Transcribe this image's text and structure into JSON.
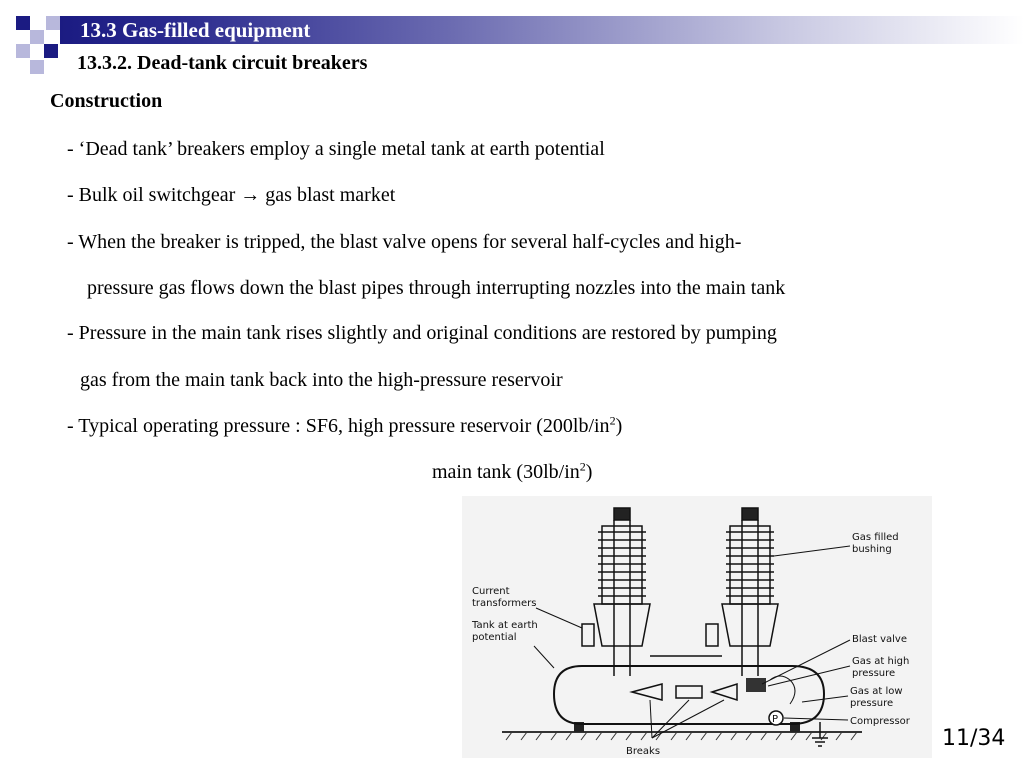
{
  "slide": {
    "title": "13.3 Gas-filled equipment",
    "subtitle": "13.3.2. Dead-tank circuit breakers",
    "heading": "Construction",
    "lines": [
      "- ‘Dead tank’ breakers employ a single metal tank at earth potential",
      "- Bulk oil switchgear → gas blast market",
      "- When the breaker is tripped, the blast valve opens for several half-cycles and high-",
      "pressure gas flows down the blast pipes through interrupting nozzles into the main tank",
      "- Pressure in the main tank rises slightly and original conditions are restored by pumping",
      "gas from the main tank back into the high-pressure reservoir"
    ],
    "pressure_line": {
      "prefix": "- Typical operating pressure : SF6, high pressure reservoir (200lb/in",
      "sup": "2",
      "suffix": ")"
    },
    "main_tank_line": {
      "prefix": "main tank (30lb/in",
      "sup": "2",
      "suffix": ")"
    },
    "page_number": "11/34",
    "colors": {
      "title_bar_start": "#1b1b82",
      "title_bar_end": "#ffffff",
      "deco_dark": "#1b1b82",
      "deco_light": "#b8b8dc"
    }
  },
  "figure": {
    "labels": {
      "gas_filled_bushing": [
        "Gas filled",
        "bushing"
      ],
      "current_transformers": [
        "Current",
        "transformers"
      ],
      "tank_at_earth_potential": [
        "Tank at earth",
        "potential"
      ],
      "blast_valve": "Blast valve",
      "gas_at_high_pressure": [
        "Gas at high",
        "pressure"
      ],
      "gas_at_low_pressure": [
        "Gas at low",
        "pressure"
      ],
      "compressor": "Compressor",
      "breaks": "Breaks",
      "compressor_symbol": "P"
    }
  }
}
